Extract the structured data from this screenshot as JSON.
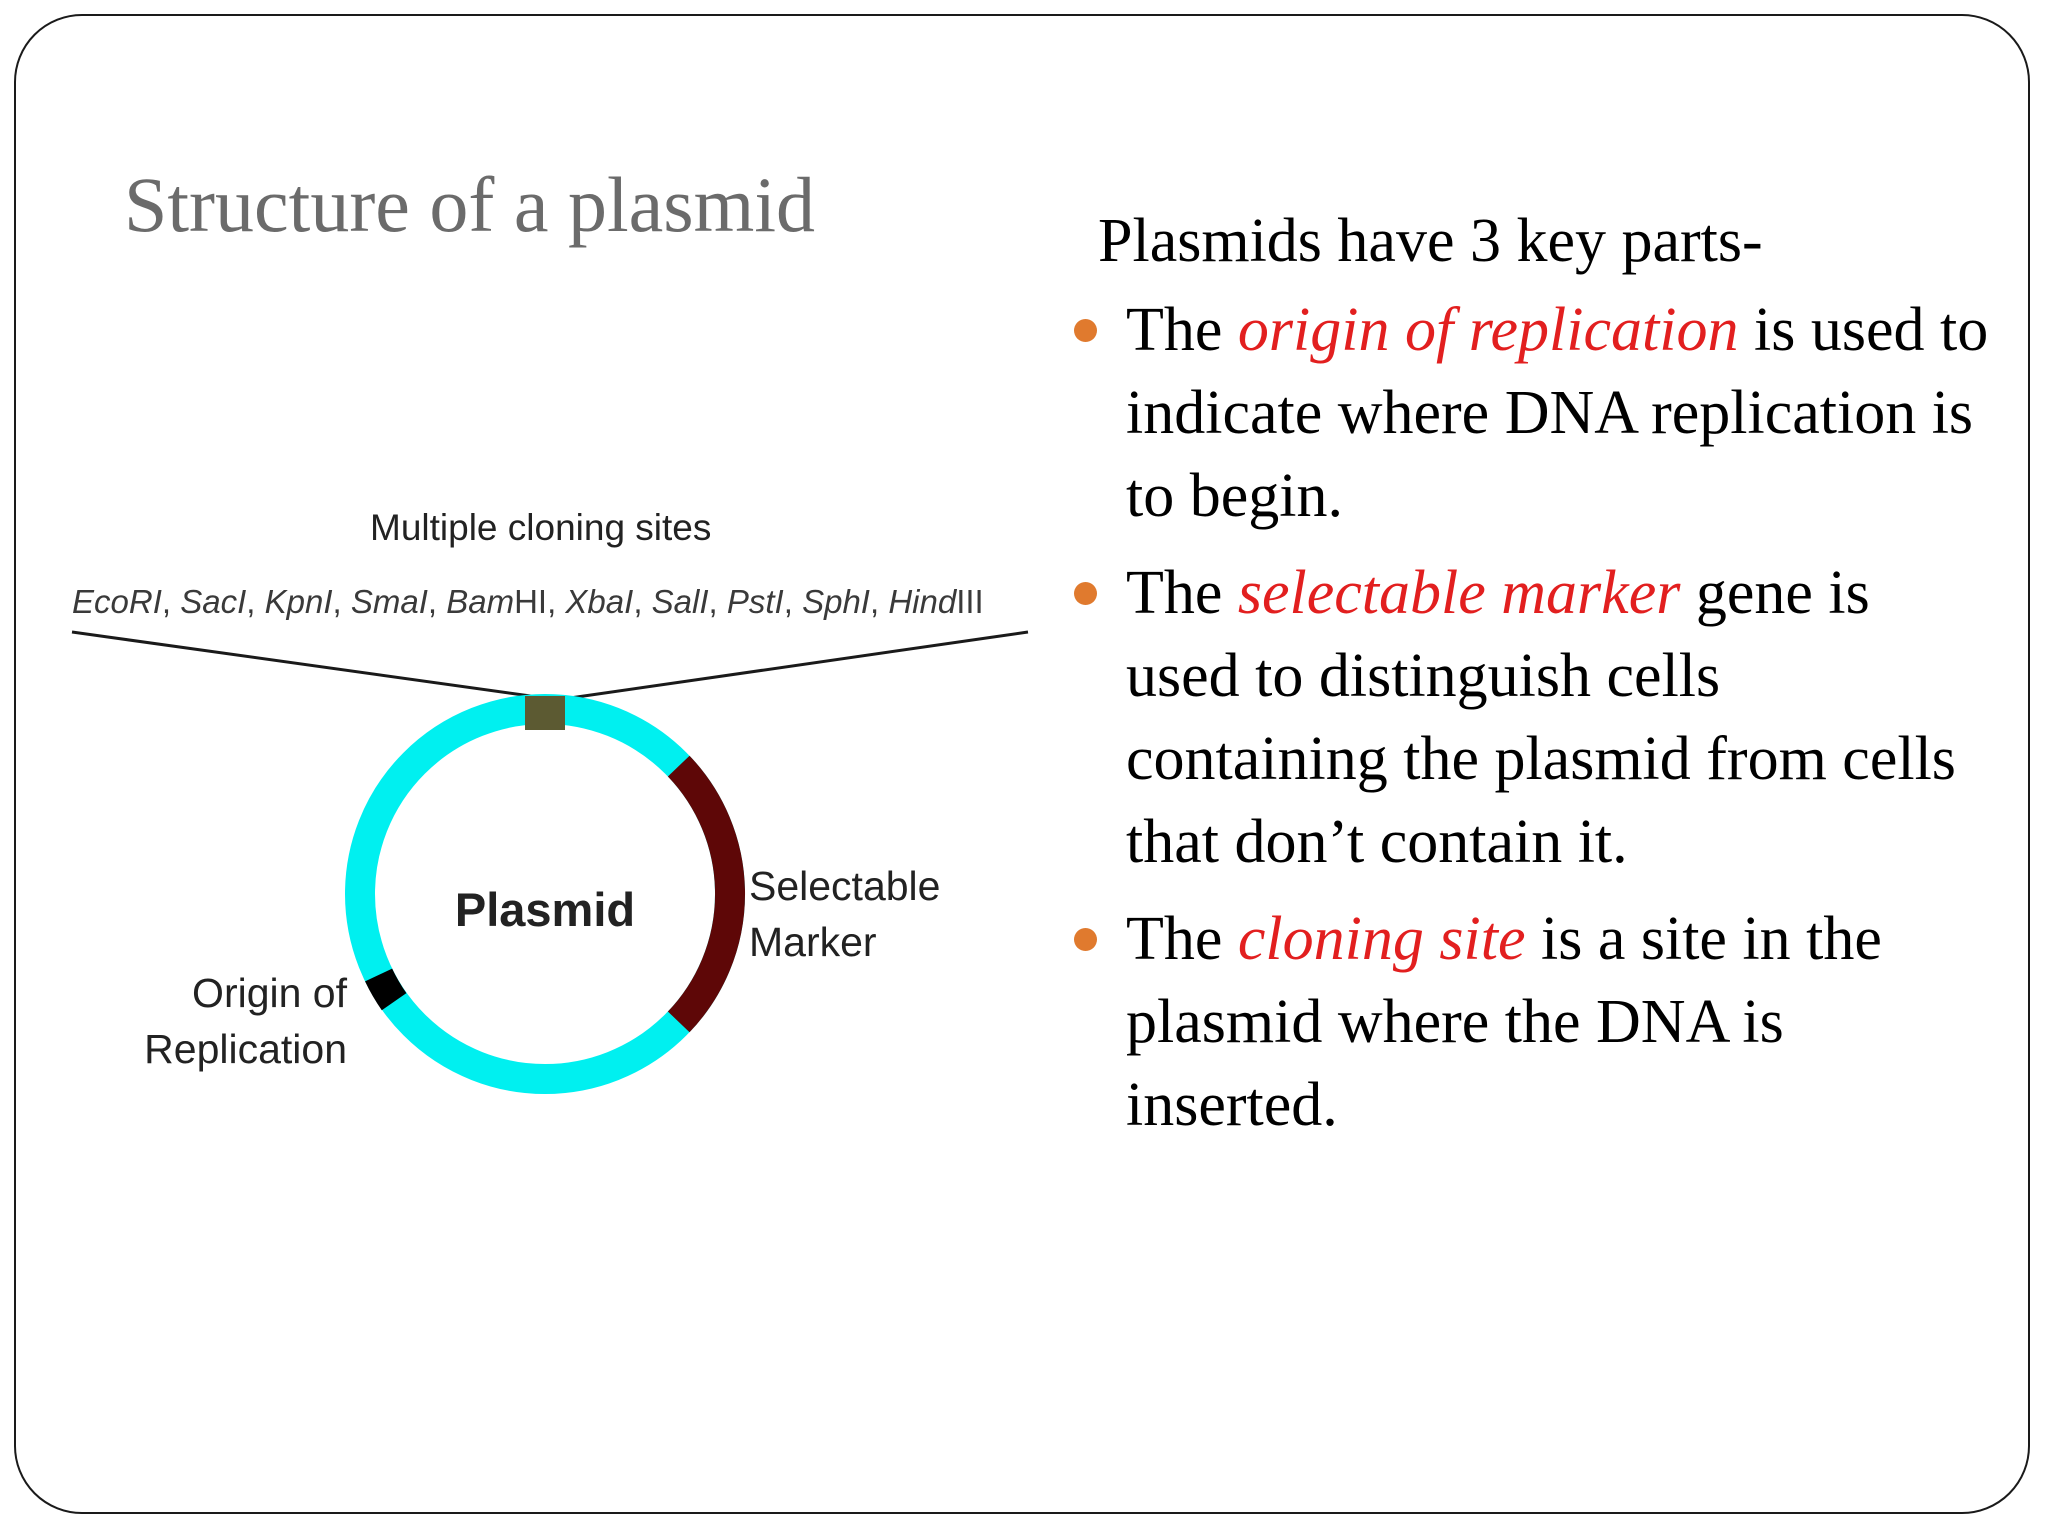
{
  "slide": {
    "title": "Structure of a plasmid"
  },
  "diagram": {
    "mcs_title": "Multiple cloning sites",
    "enzymes_parts": [
      "EcoRI",
      ", ",
      "SacI",
      ", ",
      "KpnI",
      ", ",
      "SmaI",
      ", ",
      "Bam",
      "HI",
      ", ",
      "XbaI",
      ", ",
      "SalI",
      ", ",
      "PstI",
      ", ",
      "SphI",
      ", ",
      "Hind",
      "III"
    ],
    "center_label": "Plasmid",
    "selectable_label_1": "Selectable",
    "selectable_label_2": "Marker",
    "origin_label_1": "Origin of",
    "origin_label_2": "Replication",
    "colors": {
      "ring": "#00f0f0",
      "marker": "#5e0707",
      "origin": "#000000",
      "cloning_site": "#5c5a32"
    }
  },
  "content": {
    "intro": "Plasmids have 3 key parts-",
    "points": [
      {
        "pre": " The ",
        "emphasis": "origin of replication",
        "post": " is used to indicate where DNA replication is to begin."
      },
      {
        "pre": "The ",
        "emphasis": "selectable marker",
        "post": " gene is used to distinguish cells containing the plasmid from cells that don’t contain it."
      },
      {
        "pre": "The ",
        "emphasis": "cloning site",
        "post": " is a site in the plasmid where the DNA is inserted."
      }
    ],
    "colors": {
      "emphasis": "#e21f1f",
      "bullet": "#e07a2e"
    }
  }
}
